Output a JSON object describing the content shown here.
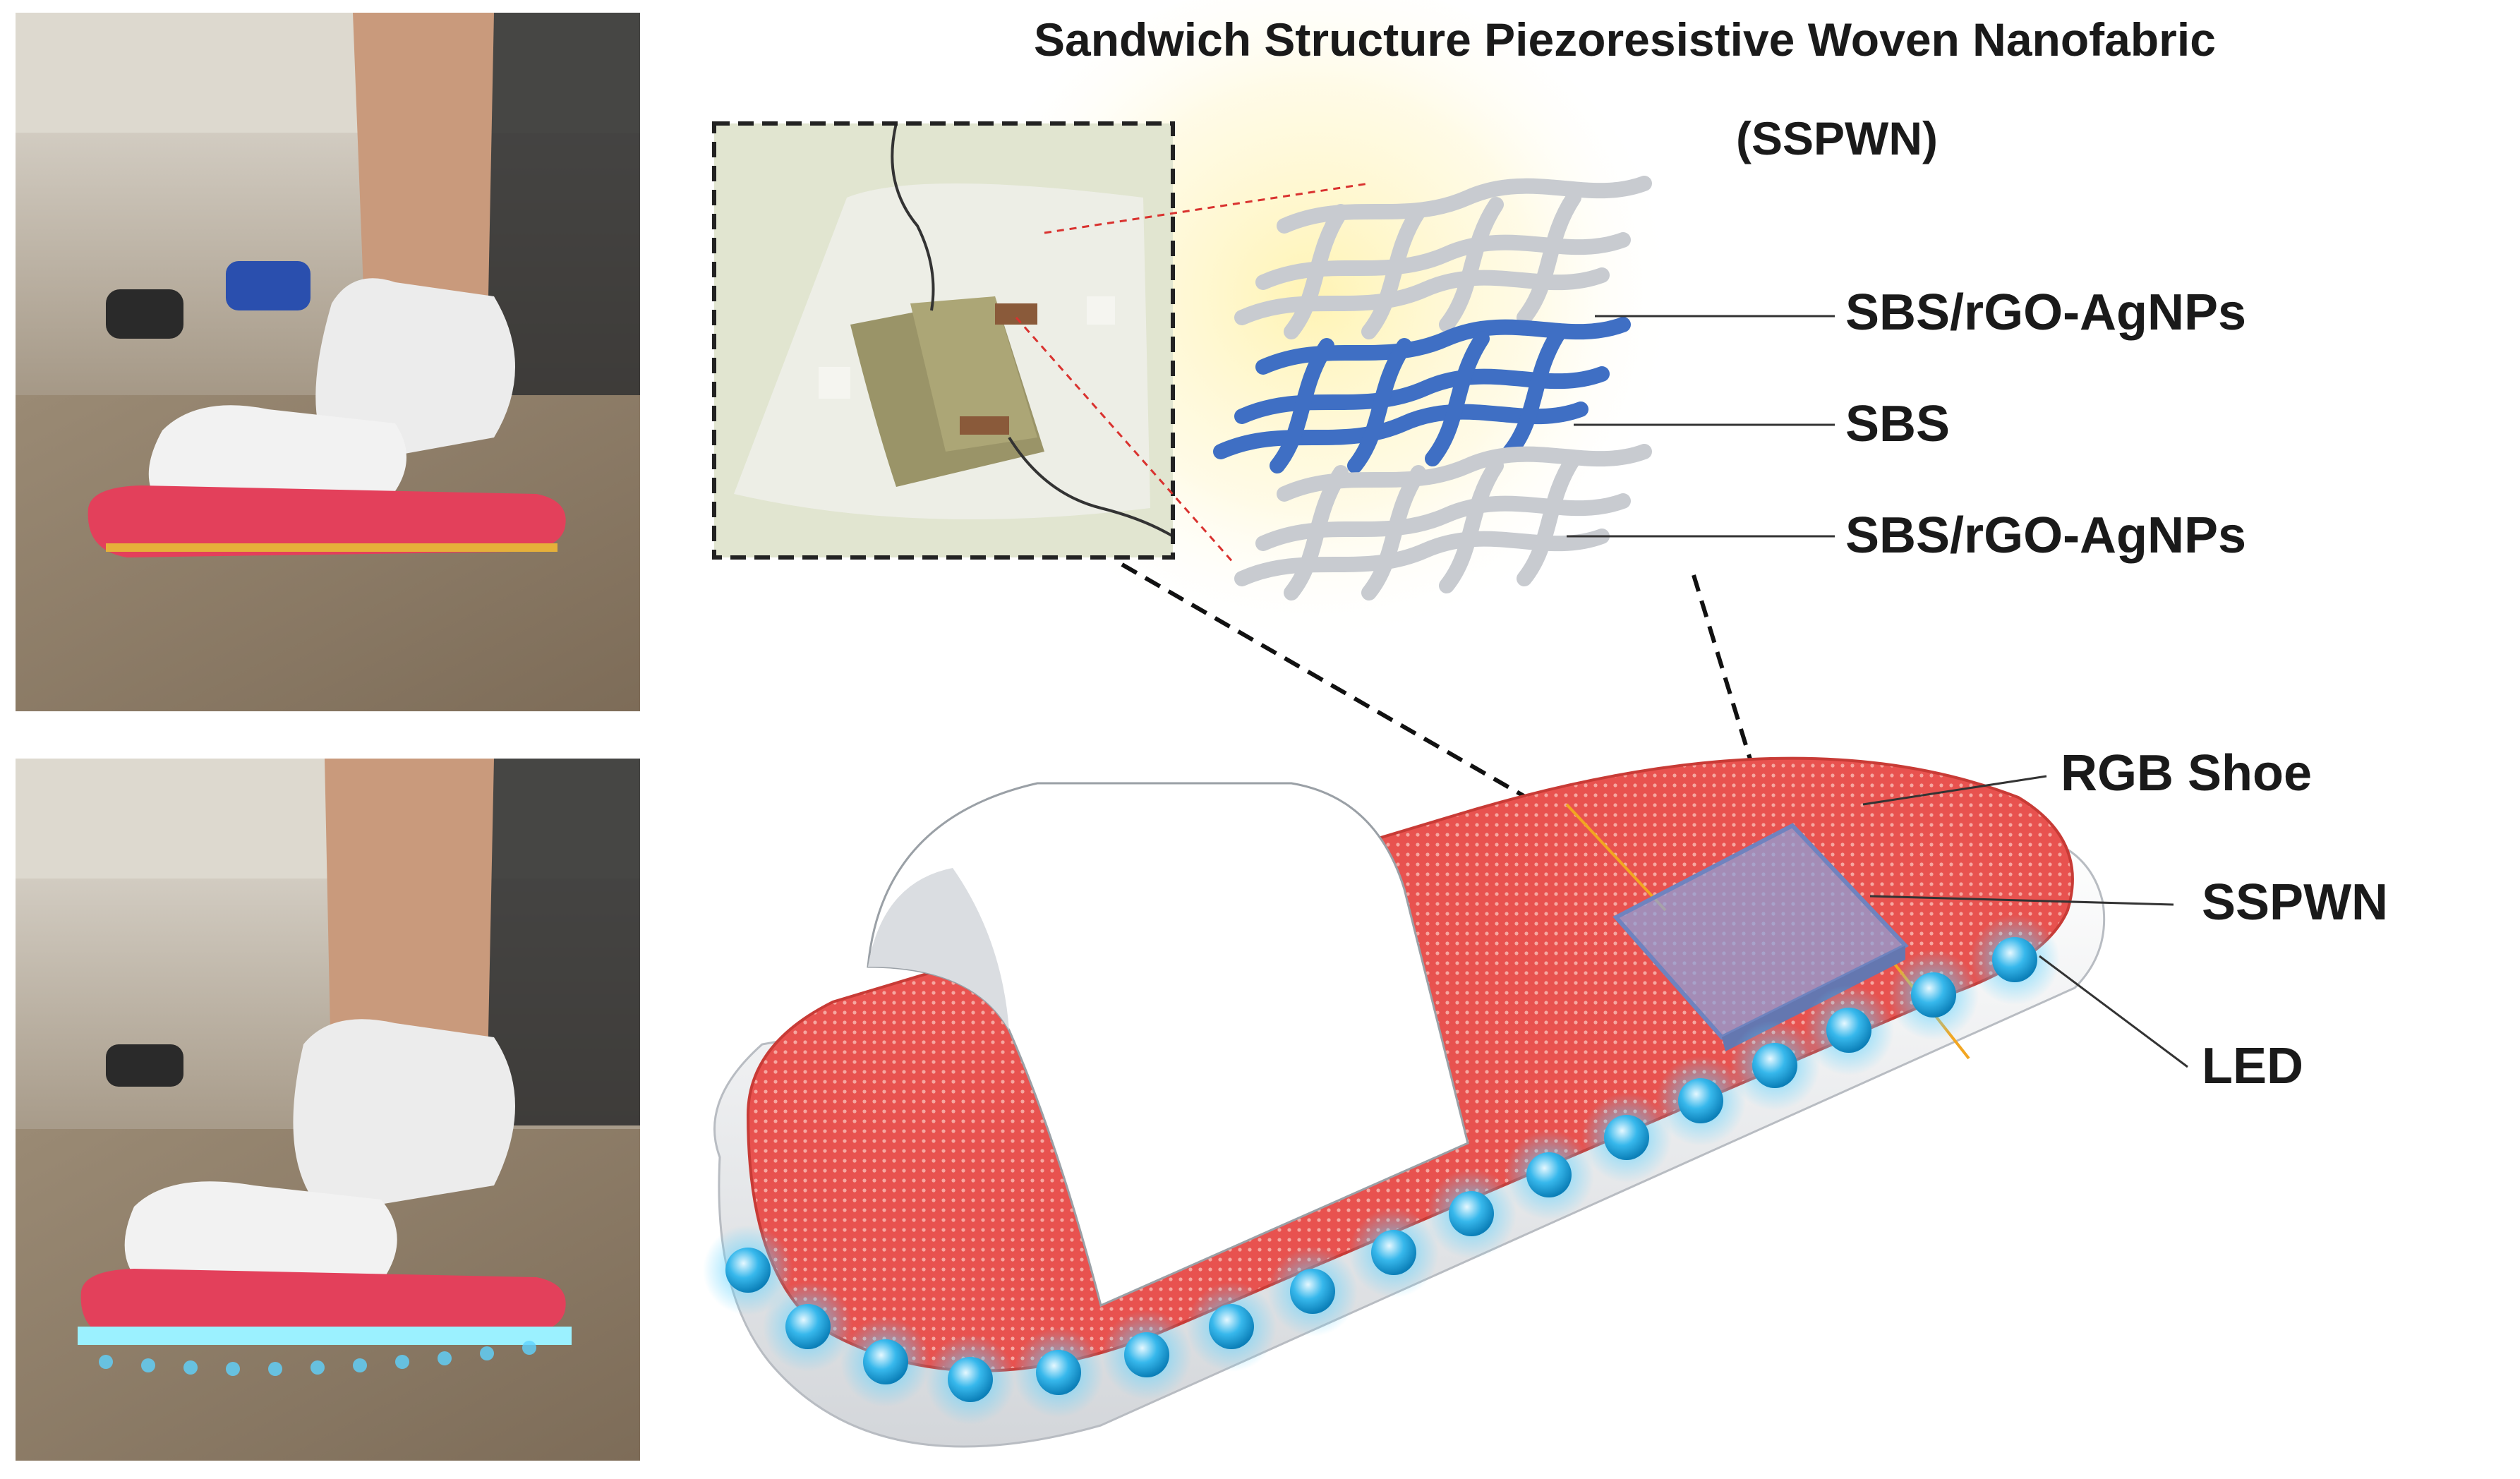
{
  "title": {
    "line1": "Sandwich Structure Piezoresistive Woven Nanofabric",
    "line2": "(SSPWN)"
  },
  "layers": [
    "SBS/rGO-AgNPs",
    "SBS",
    "SBS/rGO-AgNPs"
  ],
  "shoe_labels": {
    "rgb_shoe": "RGB Shoe",
    "sspwn": "SSPWN",
    "led": "LED"
  },
  "colors": {
    "insole_red": "#e8524f",
    "led_blue": "#2fb9f0",
    "sbs_fiber": "#3f6fc4",
    "rgo_fiber": "#c8cbd0",
    "glow_yellow": "#fff6c2"
  }
}
